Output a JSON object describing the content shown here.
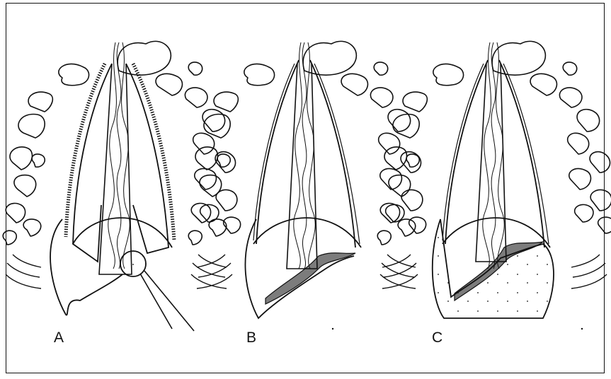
{
  "figure": {
    "panels": [
      {
        "label": "A"
      },
      {
        "label": "B"
      },
      {
        "label": "C"
      }
    ],
    "ink_color": "#111111",
    "background_color": "#ffffff"
  }
}
